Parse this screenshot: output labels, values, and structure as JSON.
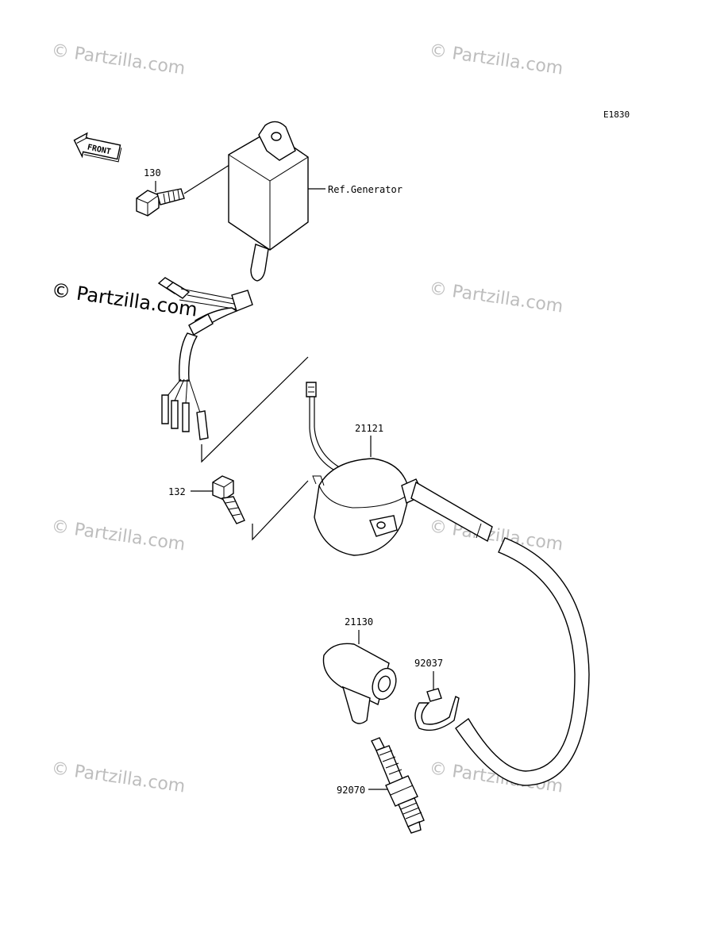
{
  "diagram_code": "E1830",
  "front_label": "FRONT",
  "parts": {
    "bolt_130": "130",
    "ref_generator": "Ref.Generator",
    "coil_21121": "21121",
    "bolt_132": "132",
    "cap_21130": "21130",
    "clamp_92037": "92037",
    "plug_92070": "92070"
  },
  "watermarks": {
    "text": "© Partzilla.com",
    "copyright_symbol": "©",
    "brand": "Partzilla.com"
  }
}
